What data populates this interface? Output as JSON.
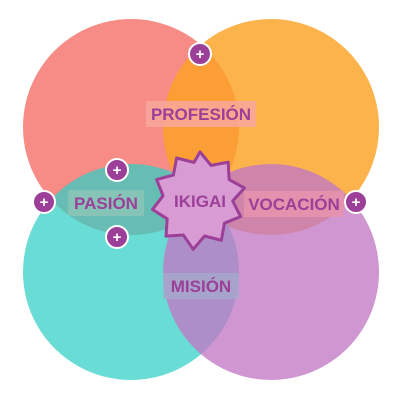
{
  "diagram": {
    "center_label": "IKIGAI",
    "labels": {
      "profesion": "PROFESIÓN",
      "pasion": "PASIÓN",
      "vocacion": "VOCACIÓN",
      "mision": "MISIÓN"
    },
    "expand_icon_glyph": "+",
    "colors": {
      "coral": "#F36B63",
      "orange": "#FCA224",
      "teal": "#2FCFC6",
      "purple": "#C178C4",
      "accent": "#9C3F98",
      "center_fill": "#D89BD4",
      "label_text": "#9C3F98"
    }
  }
}
